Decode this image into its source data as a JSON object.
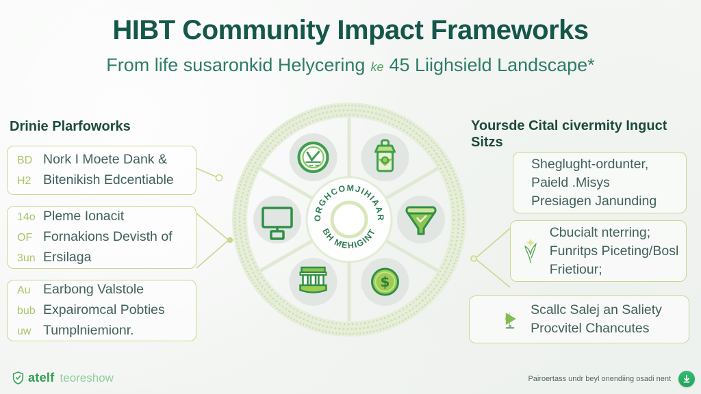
{
  "header": {
    "title": "HIBT Community Impact Frameworks",
    "subtitle_before": "From life susaronkid Helycering",
    "subtitle_glyph": "ke",
    "subtitle_after": "45 Liighsield Landscape*"
  },
  "left_panel": {
    "heading": "Drinie Plarfoworks",
    "boxes": [
      {
        "lines": [
          {
            "prefix": "BD",
            "text": "Nork I Moete Dank &"
          },
          {
            "prefix": "H2",
            "text": "Bitenikish Edcentiable"
          }
        ]
      },
      {
        "lines": [
          {
            "prefix": "14o",
            "text": "Pleme Ionacit"
          },
          {
            "prefix": "OF",
            "text": "Fornakions Devisth of"
          },
          {
            "prefix": "3un",
            "text": "Ersilaga"
          }
        ]
      },
      {
        "lines": [
          {
            "prefix": "Au",
            "text": "Earbong Valstole"
          },
          {
            "prefix": "bub",
            "text": "Expairomcal Pobties"
          },
          {
            "prefix": "uw",
            "text": "Tumplniemionr."
          }
        ]
      }
    ]
  },
  "right_panel": {
    "heading_line1": "Yoursde Cital civermity Inguct",
    "heading_line2": "Sitzs",
    "boxes": [
      {
        "lines": [
          "Sheglught-ordunter,",
          "Paield .Misys",
          "Presiagen Janunding"
        ]
      },
      {
        "lines": [
          "Cbucialt nterring;",
          "Funritps Piceting/Bosl",
          "Frietiour;"
        ],
        "icon": "sprout-icon"
      },
      {
        "lines": [
          "Scallc Salej an Saliety",
          "Procvitel Chancutes"
        ],
        "icon": "play-icon"
      }
    ]
  },
  "wheel": {
    "center_text_top": "ORGHCOMJIHIAAR",
    "center_text_bottom": "BH MEHIGINT",
    "icons": [
      "badge-icon",
      "jar-icon",
      "monitor-icon",
      "funnel-icon",
      "bank-icon",
      "coin-icon"
    ]
  },
  "footer": {
    "brand_bold": "atelf",
    "brand_light": "teoreshow",
    "note": "Pairoertass undr beyl onendiing osadi nent"
  },
  "colors": {
    "title": "#15574a",
    "subtitle": "#2e7c68",
    "heading": "#1b4a3d",
    "body_text": "#41605c",
    "prefix_green": "#a9c468",
    "box_border": "#ccd590",
    "icon_green": "#2e8f46",
    "icon_fill": "#9ecb52",
    "wheel_ring": "#d9e6c2",
    "download_button": "#2db168"
  }
}
